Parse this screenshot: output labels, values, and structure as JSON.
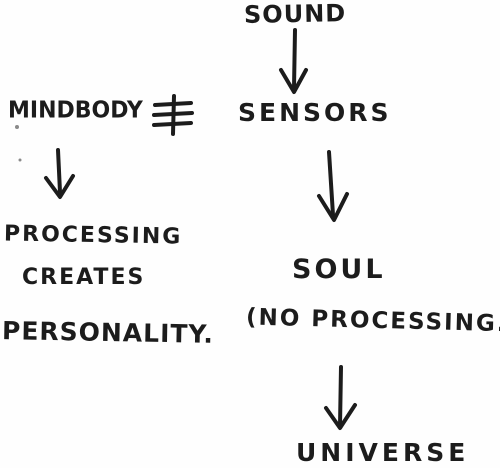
{
  "diagram": {
    "nodes": {
      "sound": "SOUND",
      "sensors": "SENSORS",
      "mindbody": "MINDBODY",
      "processing": "PROCESSING",
      "creates": "CREATES",
      "personality": "PERSONALITY.",
      "soul": "SOUL",
      "no_processing": "(NO PROCESSING.)",
      "universe": "UNIVERSE"
    },
    "edges": [
      {
        "from": "sound",
        "to": "sensors"
      },
      {
        "from": "sensors",
        "to": "soul"
      },
      {
        "from": "soul",
        "to": "universe"
      },
      {
        "from": "mindbody",
        "to": "processing"
      }
    ],
    "ink_color": "#1c1c1c",
    "background_color": "#fefefe"
  }
}
